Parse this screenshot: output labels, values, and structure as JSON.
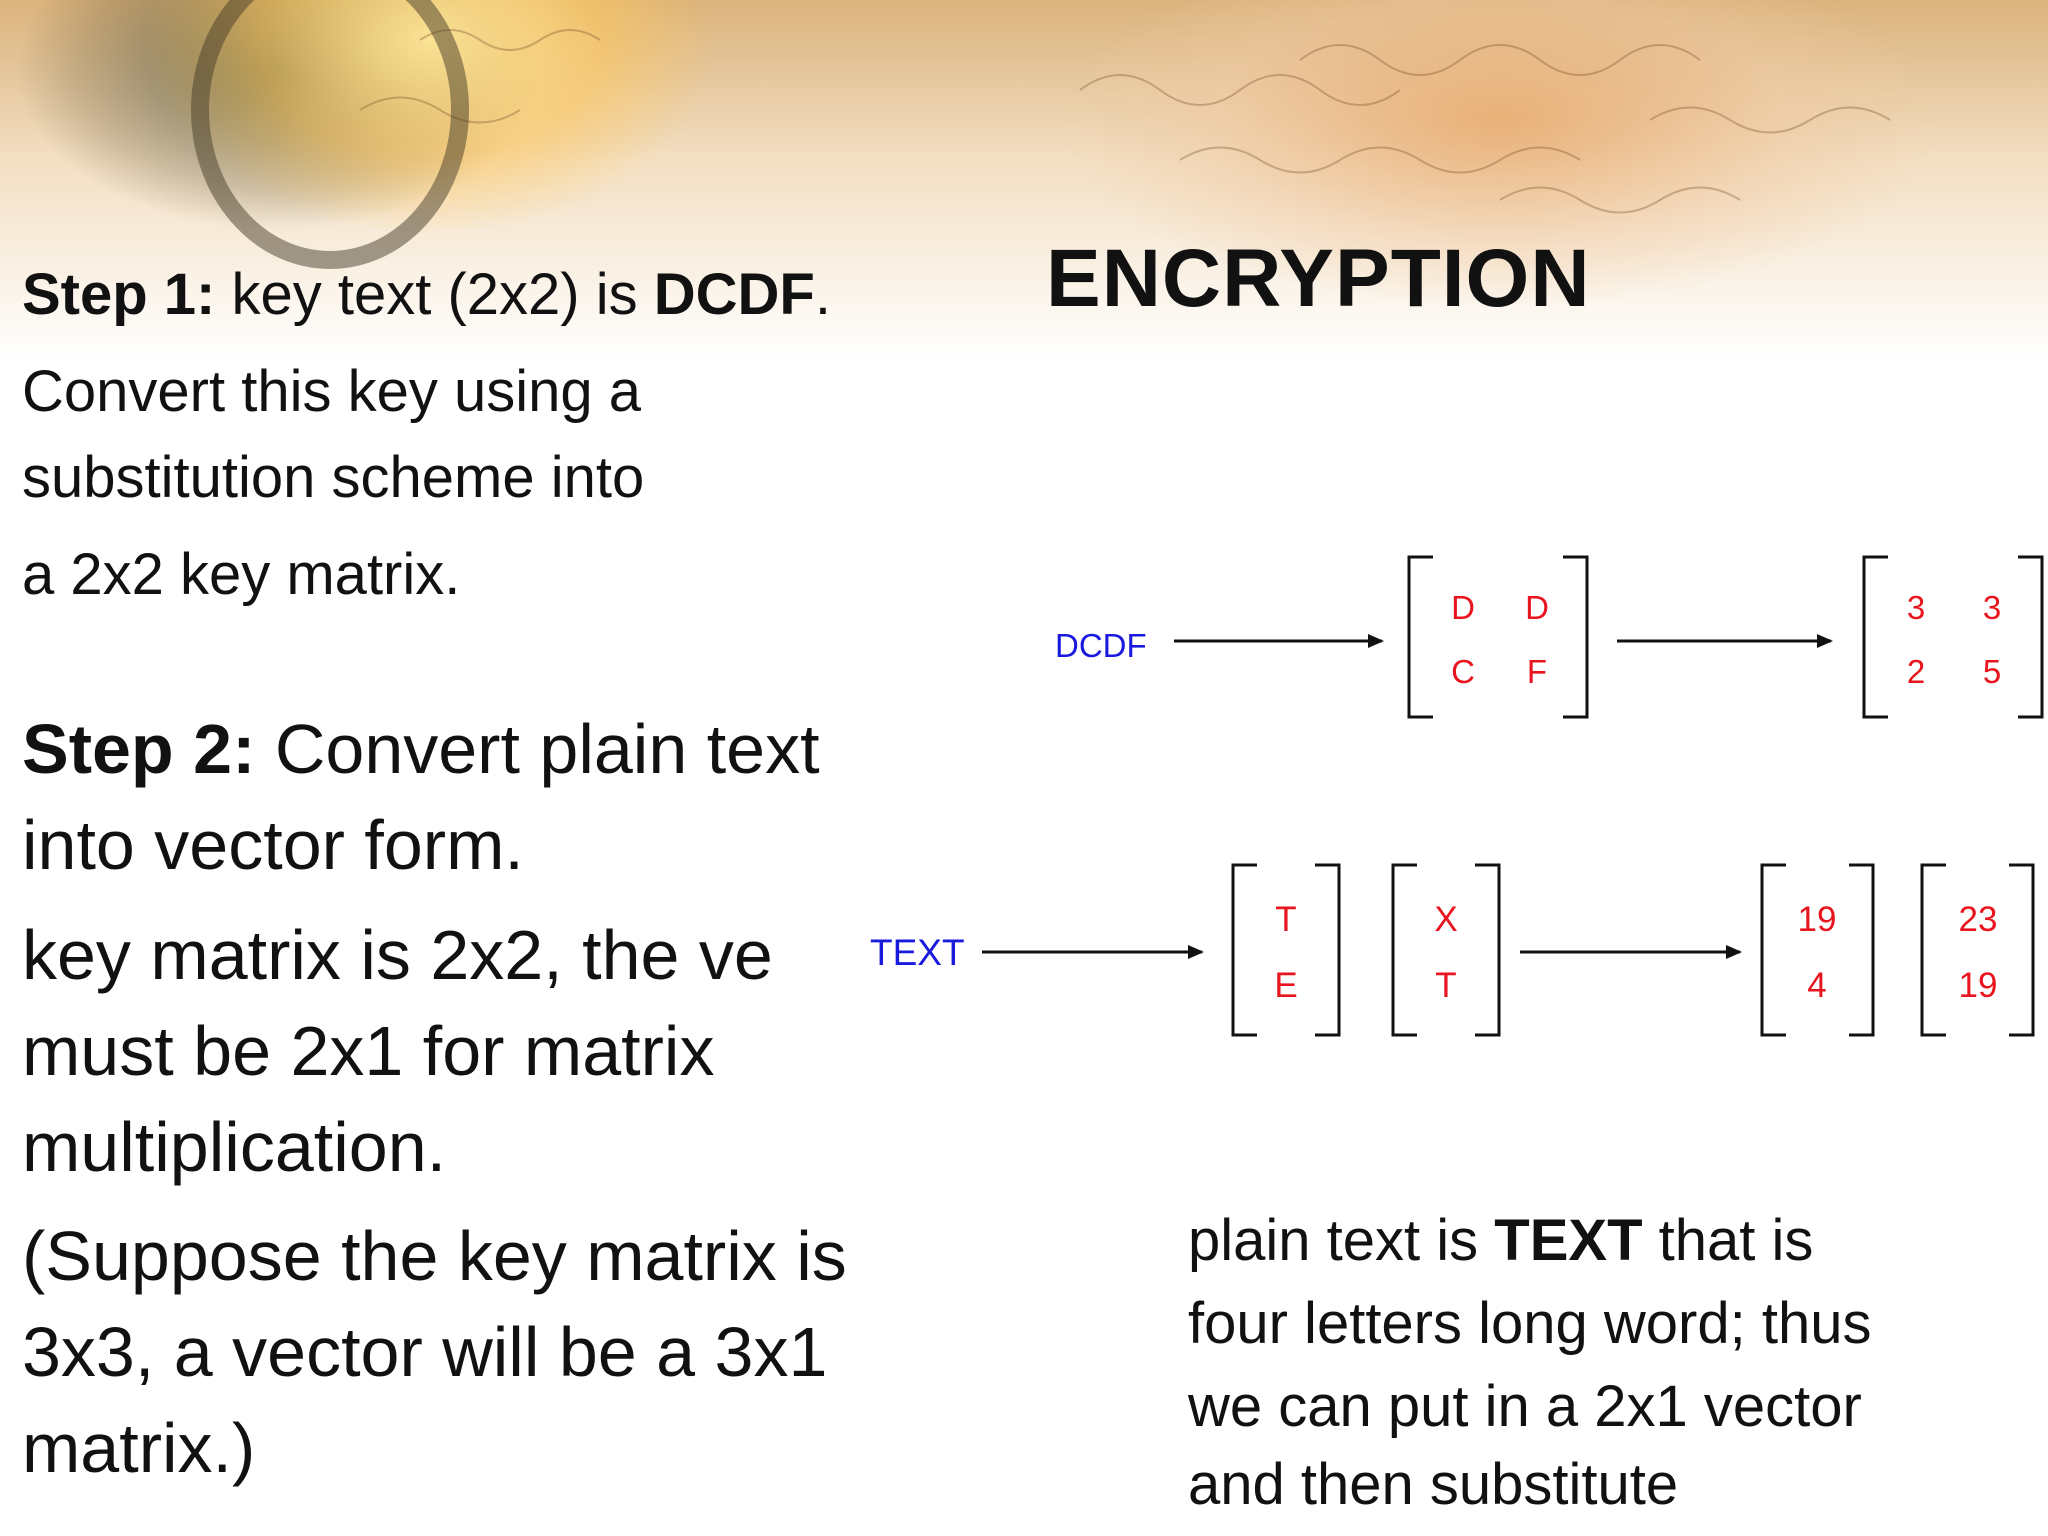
{
  "title": "ENCRYPTION",
  "step1": {
    "label": "Step 1:",
    "text_a": " key text (2x2) is ",
    "key": "DCDF",
    "text_b": ".",
    "lines": [
      "Convert this key using a",
      "substitution scheme into",
      "a 2x2 key matrix."
    ]
  },
  "step2": {
    "label": "Step 2:",
    "text": " Convert plain text",
    "lines": [
      "into vector form.",
      "key matrix is 2x2, the ve",
      "must be 2x1 for matrix",
      "multiplication.",
      "(Suppose the key matrix is",
      "3x3, a vector will be a 3x1",
      "matrix.)"
    ]
  },
  "note": {
    "line1_a": "plain text is ",
    "line1_bold": "TEXT",
    "line1_b": " that is",
    "lines": [
      "four letters long word; thus",
      "we can put in a 2x1 vector",
      "and then substitute"
    ]
  },
  "diagram": {
    "key_label": "DCDF",
    "key_letter_matrix": [
      [
        "D",
        "D"
      ],
      [
        "C",
        "F"
      ]
    ],
    "key_number_matrix": [
      [
        "3",
        "3"
      ],
      [
        "2",
        "5"
      ]
    ],
    "plain_label": "TEXT",
    "letter_vectors": [
      [
        "T",
        "E"
      ],
      [
        "X",
        "T"
      ]
    ],
    "number_vectors": [
      [
        "19",
        "4"
      ],
      [
        "23",
        "19"
      ]
    ],
    "label_color": "#1a1adf",
    "entry_color": "#e8141e"
  }
}
